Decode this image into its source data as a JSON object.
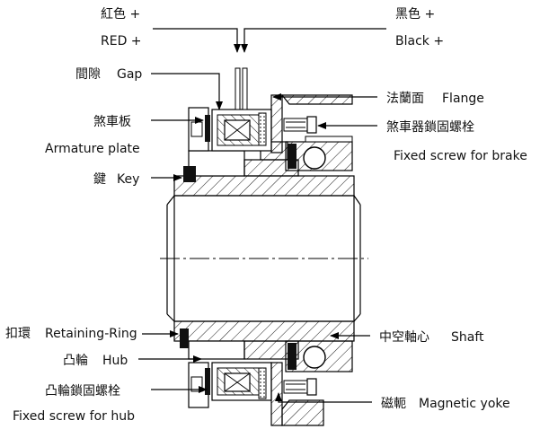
{
  "labels": {
    "red_cn": "紅色 +",
    "red_en": "RED +",
    "black_cn": "黑色 +",
    "black_en": "Black +",
    "gap_cn": "間隙",
    "gap_en": "Gap",
    "armature_cn": "煞車板",
    "armature_en": "Armature plate",
    "key_cn": "鍵",
    "key_en": "Key",
    "flange_cn": "法蘭面",
    "flange_en": "Flange",
    "brake_screw_cn": "煞車器鎖固螺栓",
    "brake_screw_en": "Fixed screw for brake",
    "ring_cn": "扣環",
    "ring_en": "Retaining-Ring",
    "hub_cn": "凸輪",
    "hub_en": "Hub",
    "hub_screw_cn": "凸輪鎖固螺栓",
    "hub_screw_en": "Fixed screw for hub",
    "shaft_cn": "中空軸心",
    "shaft_en": "Shaft",
    "yoke_cn": "磁軛",
    "yoke_en": "Magnetic yoke"
  }
}
